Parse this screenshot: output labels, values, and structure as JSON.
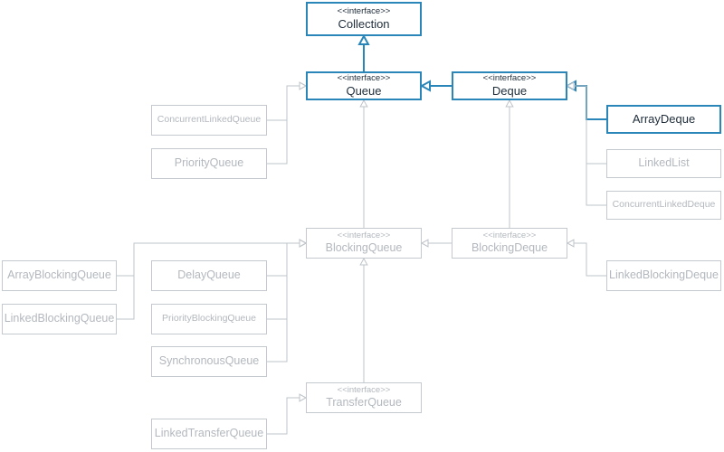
{
  "colors": {
    "highlight": "#2a86b8",
    "muted_line": "#bfc4c9",
    "muted_text": "#b3b8be",
    "dark_text": "#1f2d3a"
  },
  "stereotype": "<<interface>>",
  "nodes": {
    "collection": {
      "name": "Collection",
      "interface": true,
      "highlighted": true
    },
    "queue": {
      "name": "Queue",
      "interface": true,
      "highlighted": true
    },
    "deque": {
      "name": "Deque",
      "interface": true,
      "highlighted": true
    },
    "array_deque": {
      "name": "ArrayDeque",
      "interface": false,
      "highlighted": true
    },
    "linked_list": {
      "name": "LinkedList",
      "interface": false,
      "highlighted": false
    },
    "concurrent_linked_deque": {
      "name": "ConcurrentLinkedDeque",
      "interface": false,
      "highlighted": false
    },
    "concurrent_linked_queue": {
      "name": "ConcurrentLinkedQueue",
      "interface": false,
      "highlighted": false
    },
    "priority_queue": {
      "name": "PriorityQueue",
      "interface": false,
      "highlighted": false
    },
    "blocking_queue": {
      "name": "BlockingQueue",
      "interface": true,
      "highlighted": false
    },
    "blocking_deque": {
      "name": "BlockingDeque",
      "interface": true,
      "highlighted": false
    },
    "linked_blocking_deque": {
      "name": "LinkedBlockingDeque",
      "interface": false,
      "highlighted": false
    },
    "array_blocking_queue": {
      "name": "ArrayBlockingQueue",
      "interface": false,
      "highlighted": false
    },
    "linked_blocking_queue": {
      "name": "LinkedBlockingQueue",
      "interface": false,
      "highlighted": false
    },
    "delay_queue": {
      "name": "DelayQueue",
      "interface": false,
      "highlighted": false
    },
    "priority_blocking_queue": {
      "name": "PriorityBlockingQueue",
      "interface": false,
      "highlighted": false
    },
    "synchronous_queue": {
      "name": "SynchronousQueue",
      "interface": false,
      "highlighted": false
    },
    "transfer_queue": {
      "name": "TransferQueue",
      "interface": true,
      "highlighted": false
    },
    "linked_transfer_queue": {
      "name": "LinkedTransferQueue",
      "interface": false,
      "highlighted": false
    }
  },
  "edges": [
    {
      "from": "queue",
      "to": "collection",
      "highlighted": true
    },
    {
      "from": "deque",
      "to": "queue",
      "highlighted": true
    },
    {
      "from": "array_deque",
      "to": "deque",
      "highlighted": true
    },
    {
      "from": "linked_list",
      "to": "deque",
      "highlighted": false
    },
    {
      "from": "concurrent_linked_deque",
      "to": "deque",
      "highlighted": false
    },
    {
      "from": "concurrent_linked_queue",
      "to": "queue",
      "highlighted": false
    },
    {
      "from": "priority_queue",
      "to": "queue",
      "highlighted": false
    },
    {
      "from": "blocking_queue",
      "to": "queue",
      "highlighted": false
    },
    {
      "from": "blocking_deque",
      "to": "deque",
      "highlighted": false
    },
    {
      "from": "blocking_deque",
      "to": "blocking_queue",
      "highlighted": false
    },
    {
      "from": "linked_blocking_deque",
      "to": "blocking_deque",
      "highlighted": false
    },
    {
      "from": "array_blocking_queue",
      "to": "blocking_queue",
      "highlighted": false
    },
    {
      "from": "linked_blocking_queue",
      "to": "blocking_queue",
      "highlighted": false
    },
    {
      "from": "delay_queue",
      "to": "blocking_queue",
      "highlighted": false
    },
    {
      "from": "priority_blocking_queue",
      "to": "blocking_queue",
      "highlighted": false
    },
    {
      "from": "synchronous_queue",
      "to": "blocking_queue",
      "highlighted": false
    },
    {
      "from": "transfer_queue",
      "to": "blocking_queue",
      "highlighted": false
    },
    {
      "from": "linked_transfer_queue",
      "to": "transfer_queue",
      "highlighted": false
    }
  ]
}
